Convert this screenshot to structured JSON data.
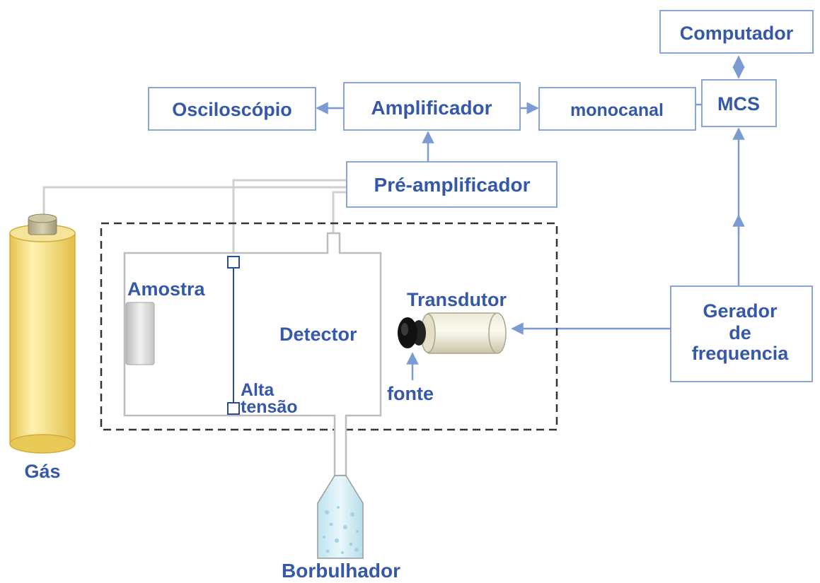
{
  "blocks": {
    "computador": "Computador",
    "osciloscopio": "Osciloscópio",
    "amplificador": "Amplificador",
    "monocanal": "monocanal",
    "mcs": "MCS",
    "pre_amplificador": "Pré-amplificador",
    "gerador_line1": "Gerador",
    "gerador_line2": "de",
    "gerador_line3": "frequencia"
  },
  "labels": {
    "amostra": "Amostra",
    "detector": "Detector",
    "transdutor": "Transdutor",
    "fonte": "fonte",
    "alta": "Alta",
    "tensao": "tensão",
    "gas": "Gás",
    "borbulhador": "Borbulhador"
  },
  "colors": {
    "text": "#3558a8",
    "box_border": "#8aa6d4",
    "arrow": "#7c9bd2",
    "tube": "#d6d6d6",
    "cylinder": "#f2d878",
    "wire": "#2a4a9a"
  }
}
